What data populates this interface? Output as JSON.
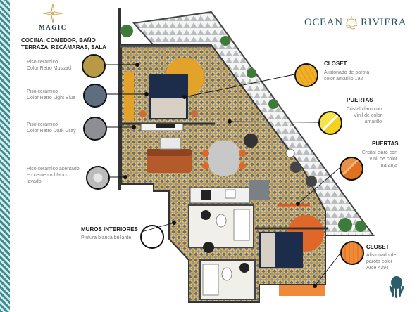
{
  "logos": {
    "magic": "MAGIC",
    "ocean_word": "OCEAN",
    "riviera_word": "RIVIERA"
  },
  "heading": {
    "line1": "COCINA, COMEDOR, BAÑO",
    "line2": "TERRAZA, RECÁMARAS, SALA"
  },
  "left_materials": [
    {
      "line1": "Piso cerámico",
      "line2": "Color Retro Mustard",
      "color": "#b89a46"
    },
    {
      "line1": "Piso cerámico",
      "line2": "Color Retro Light Blue",
      "color": "#5d6f7f"
    },
    {
      "line1": "Piso cerámico",
      "line2": "Color Retro Dark Gray",
      "color": "#8d8f93"
    },
    {
      "line1": "Piso cerámico asentado",
      "line2": "en cemento blanco",
      "line3": "lavado",
      "color": "#c8c8c8"
    }
  ],
  "walls": {
    "title": "MUROS INTERIORES",
    "desc": "Pintura blanca brillante",
    "color": "#ffffff"
  },
  "right_materials": [
    {
      "title": "CLOSET",
      "line1": "Alistonado de parota",
      "line2": "color amarillo 192",
      "line3": "",
      "color": "#f0b12a"
    },
    {
      "title": "PUERTAS",
      "line1": "Cristal claro con",
      "line2": "Vinil de color",
      "line3": "amarillo",
      "color": "#f4d21c"
    },
    {
      "title": "PUERTAS",
      "line1": "Cristal claro con",
      "line2": "Vinil de color",
      "line3": "naranja",
      "color": "#e2711d"
    },
    {
      "title": "CLOSET",
      "line1": "Alistonado de",
      "line2": "parota color",
      "line3": "Arce 4394",
      "color": "#ef8a3a"
    }
  ],
  "colors": {
    "navy": "#1b2d4a",
    "orange": "#e0672a",
    "mustard": "#e3a22a",
    "teal": "#3e8c91"
  }
}
